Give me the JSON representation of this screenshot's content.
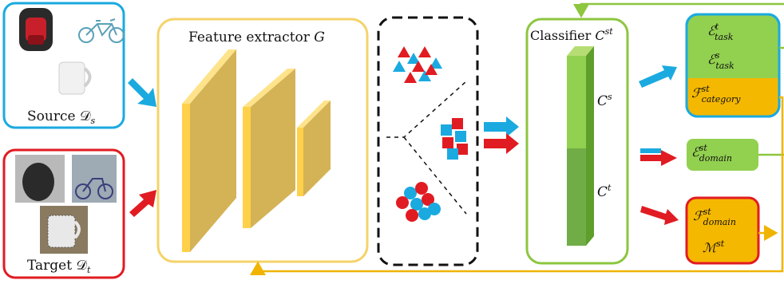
{
  "source": {
    "label": "Source 𝒟",
    "sub": "s"
  },
  "target": {
    "label": "Target 𝒟",
    "sub": "t"
  },
  "feature_extractor": {
    "label": "Feature extractor ",
    "symbol": "G"
  },
  "classifier": {
    "label": "Classifier ",
    "symbol": "C",
    "sup": "st",
    "upper": {
      "symbol": "C",
      "sup": "s"
    },
    "lower": {
      "symbol": "C",
      "sup": "t"
    }
  },
  "losses": {
    "task_t": {
      "symbol": "ℰ",
      "sup": "t",
      "sub": "task"
    },
    "task_s": {
      "symbol": "ℰ",
      "sup": "s",
      "sub": "task"
    },
    "category": {
      "symbol": "ℱ",
      "sup": "st",
      "sub": "category"
    },
    "domain": {
      "symbol": "ℰ",
      "sup": "st",
      "sub": "domain"
    },
    "f_domain": {
      "symbol": "ℱ",
      "sup": "st",
      "sub": "domain"
    },
    "m": {
      "symbol": "ℳ",
      "sup": "st"
    }
  },
  "colors": {
    "source_blue": "#1AAAE0",
    "target_red": "#E11B22",
    "feature_yellow": "#FFD04A",
    "classifier_green": "#8DC63F",
    "loss_orange": "#F5B800"
  }
}
